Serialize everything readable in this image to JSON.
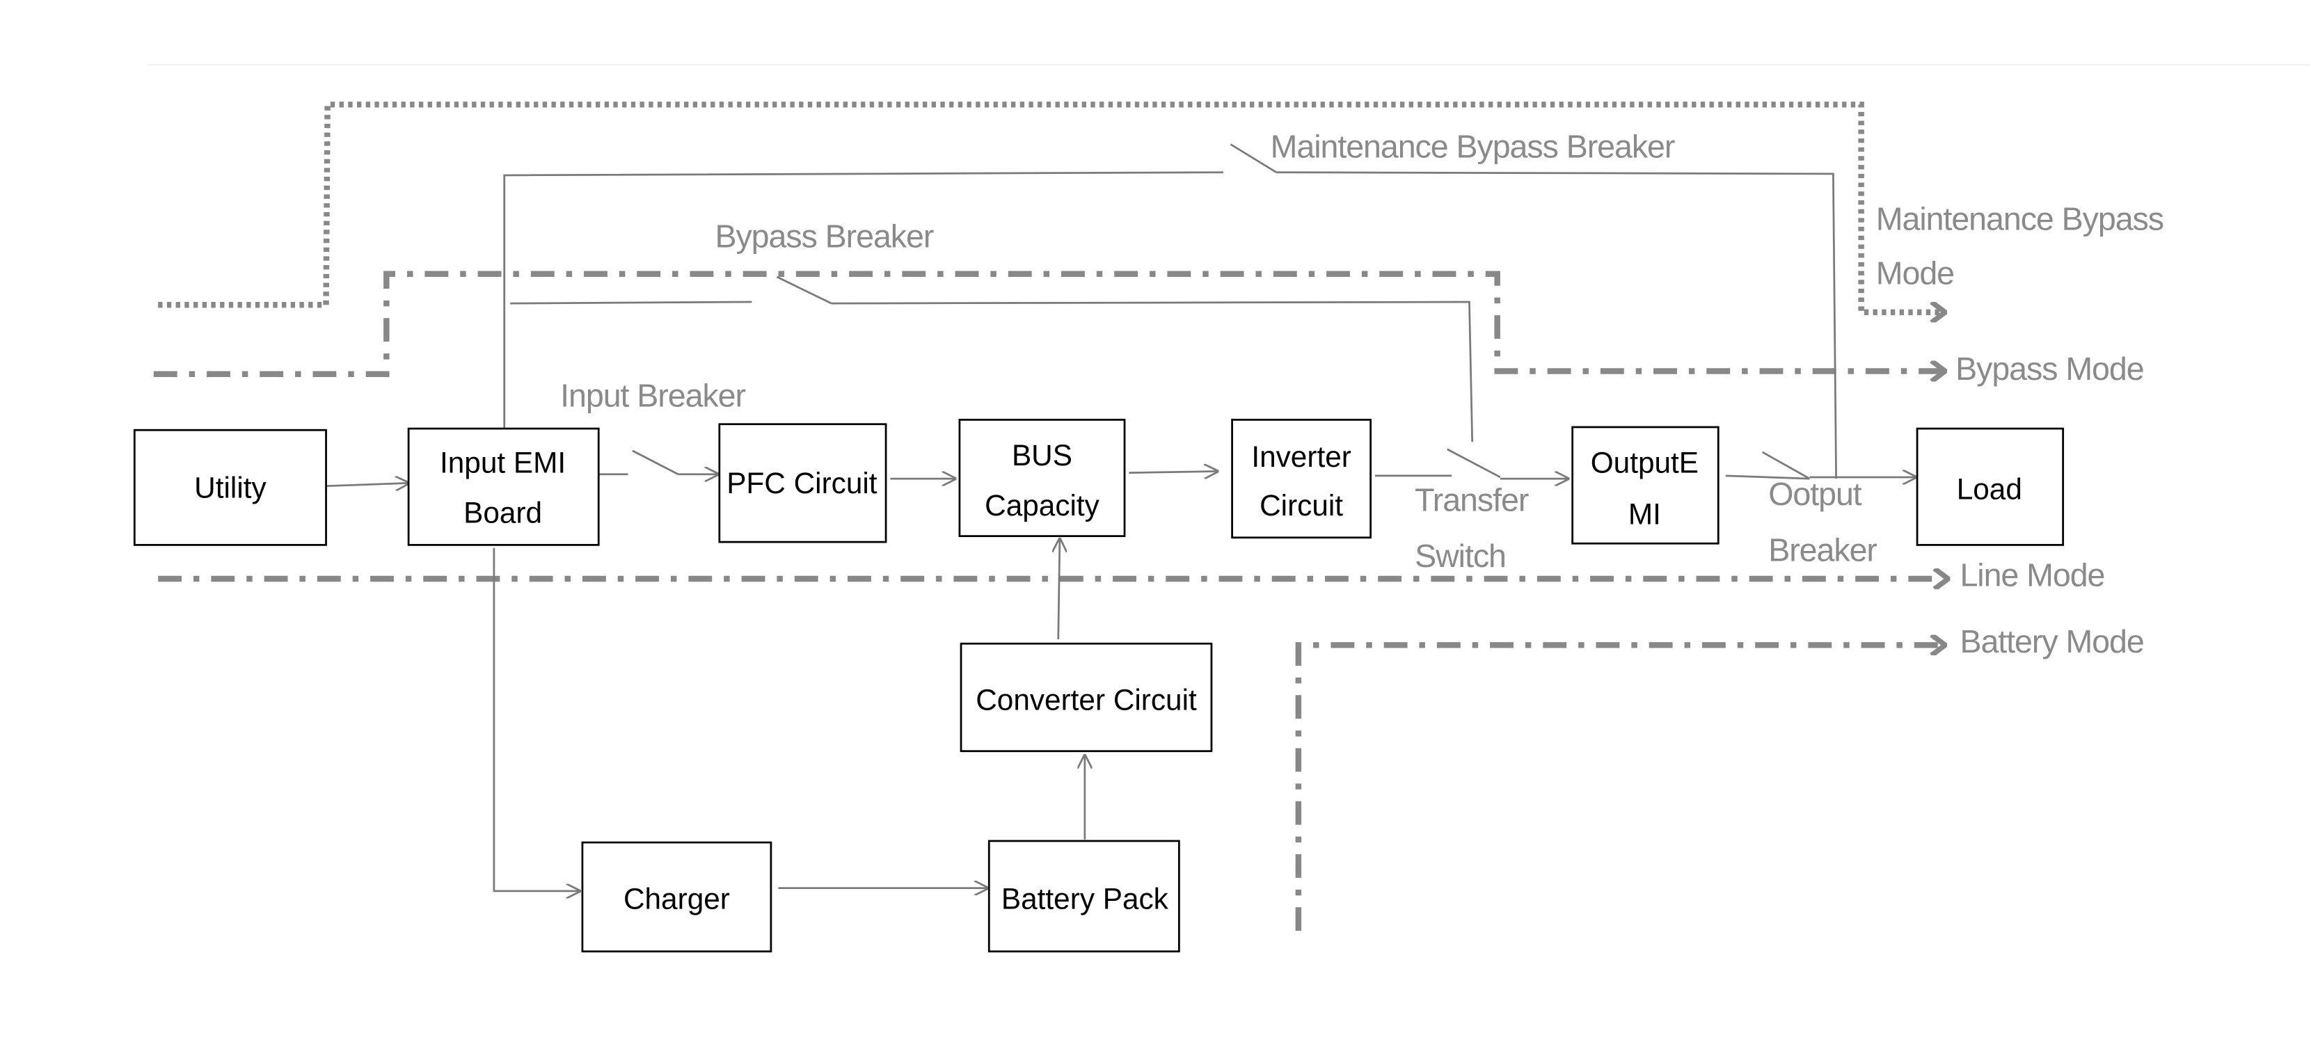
{
  "blocks": {
    "utility": "Utility",
    "input_emi_1": "Input EMI",
    "input_emi_2": "Board",
    "pfc": "PFC Circuit",
    "bus_1": "BUS",
    "bus_2": "Capacity",
    "inverter_1": "Inverter",
    "inverter_2": "Circuit",
    "output_emi_1": "OutputE",
    "output_emi_2": "MI",
    "load": "Load",
    "converter": "Converter Circuit",
    "charger": "Charger",
    "battery": "Battery Pack"
  },
  "labels": {
    "maintenance_bypass_breaker": "Maintenance Bypass Breaker",
    "bypass_breaker": "Bypass Breaker",
    "input_breaker": "Input Breaker",
    "transfer_switch_1": "Transfer",
    "transfer_switch_2": "Switch",
    "output_breaker_1": "Ootput",
    "output_breaker_2": "Breaker"
  },
  "modes": {
    "maintenance_bypass_1": "Maintenance Bypass",
    "maintenance_bypass_2": "Mode",
    "bypass": "Bypass Mode",
    "line": "Line Mode",
    "battery": "Battery Mode"
  },
  "colors": {
    "wire": "#7a7a7a",
    "mode_path": "#888888",
    "label": "#8a8a8a",
    "block_border": "#000000"
  }
}
